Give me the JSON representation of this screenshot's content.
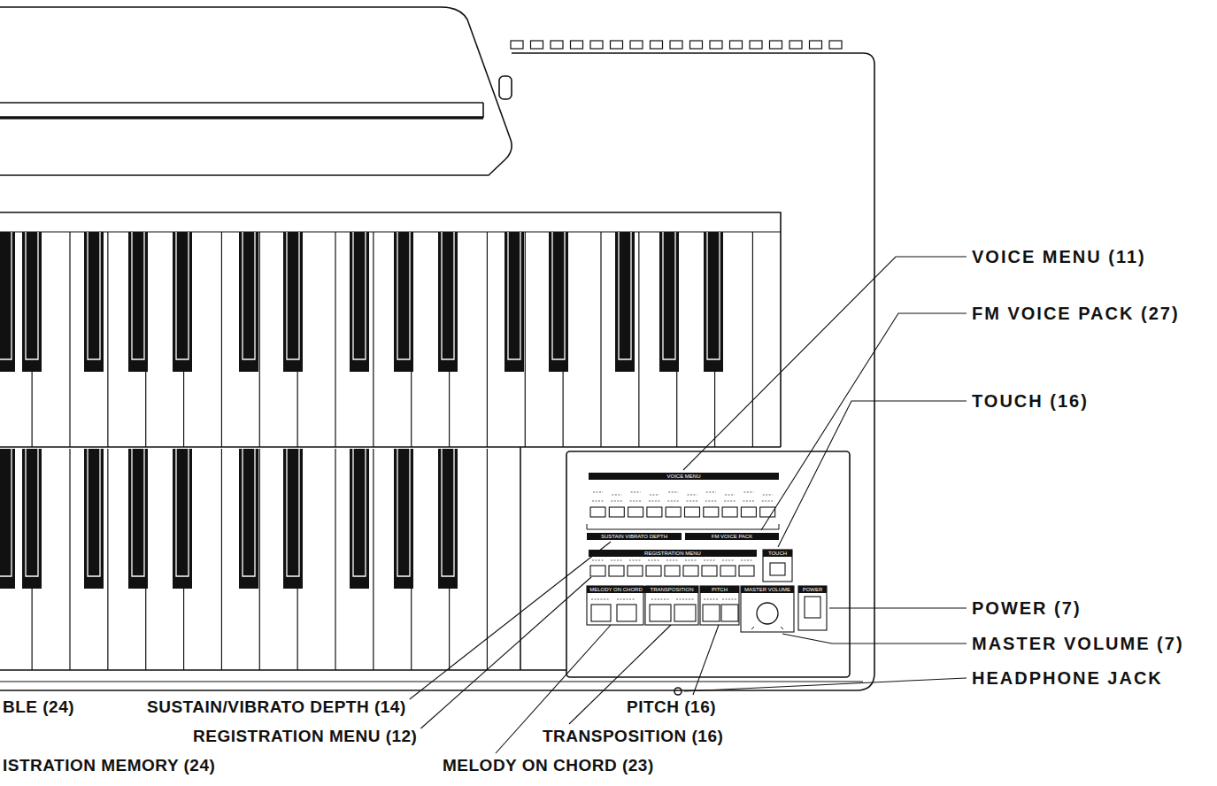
{
  "diagram": {
    "labels": [
      "VOICE MENU (11)",
      "FM VOICE PACK (27)",
      "TOUCH (16)",
      "POWER (7)",
      "MASTER VOLUME (7)",
      "HEADPHONE JACK",
      "BLE (24)",
      "SUSTAIN/VIBRATO DEPTH (14)",
      "PITCH (16)",
      "REGISTRATION MENU (12)",
      "TRANSPOSITION (16)",
      "ISTRATION MEMORY (24)",
      "MELODY ON CHORD (23)",
      "VOICE MENU",
      "SUSTAIN VIBRATO DEPTH",
      "FM VOICE PACK",
      "REGISTRATION MENU",
      "TOUCH",
      "MELODY ON CHORD",
      "TRANSPOSITION",
      "PITCH",
      "MASTER VOLUME",
      "POWER"
    ]
  }
}
